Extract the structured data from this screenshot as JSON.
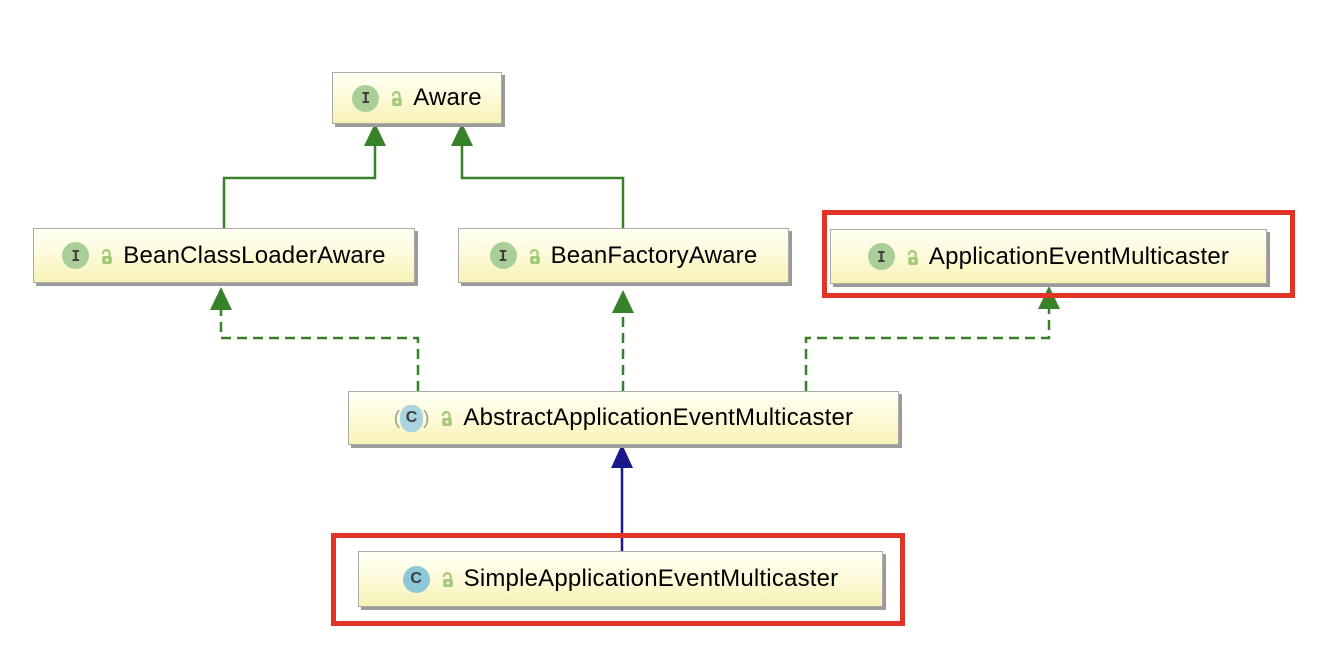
{
  "diagram": {
    "type": "uml-class-diagram",
    "nodes": [
      {
        "id": "aware",
        "label": "Aware",
        "stereotype": "interface",
        "icon_letter": "I",
        "visibility": "public",
        "highlighted": false
      },
      {
        "id": "bean-class-loader-aware",
        "label": "BeanClassLoaderAware",
        "stereotype": "interface",
        "icon_letter": "I",
        "visibility": "public",
        "highlighted": false
      },
      {
        "id": "bean-factory-aware",
        "label": "BeanFactoryAware",
        "stereotype": "interface",
        "icon_letter": "I",
        "visibility": "public",
        "highlighted": false
      },
      {
        "id": "application-event-multicaster",
        "label": "ApplicationEventMulticaster",
        "stereotype": "interface",
        "icon_letter": "I",
        "visibility": "public",
        "highlighted": true
      },
      {
        "id": "abstract-application-event-multicaster",
        "label": "AbstractApplicationEventMulticaster",
        "stereotype": "abstract-class",
        "icon_letter": "C",
        "paren_left": "(",
        "paren_right": ")",
        "visibility": "public",
        "highlighted": false
      },
      {
        "id": "simple-application-event-multicaster",
        "label": "SimpleApplicationEventMulticaster",
        "stereotype": "class",
        "icon_letter": "C",
        "visibility": "public",
        "highlighted": true
      }
    ],
    "edges": [
      {
        "from": "BeanClassLoaderAware",
        "to": "Aware",
        "relation": "extends",
        "style": "solid-green"
      },
      {
        "from": "BeanFactoryAware",
        "to": "Aware",
        "relation": "extends",
        "style": "solid-green"
      },
      {
        "from": "AbstractApplicationEventMulticaster",
        "to": "BeanClassLoaderAware",
        "relation": "implements",
        "style": "dashed-green"
      },
      {
        "from": "AbstractApplicationEventMulticaster",
        "to": "BeanFactoryAware",
        "relation": "implements",
        "style": "dashed-green"
      },
      {
        "from": "AbstractApplicationEventMulticaster",
        "to": "ApplicationEventMulticaster",
        "relation": "implements",
        "style": "dashed-green"
      },
      {
        "from": "SimpleApplicationEventMulticaster",
        "to": "AbstractApplicationEventMulticaster",
        "relation": "extends",
        "style": "solid-blue"
      }
    ],
    "colors": {
      "realization_green": "#378228",
      "extends_blue": "#19198c",
      "highlight_red": "#e23329",
      "node_fill_top": "#fffff4",
      "node_fill_bottom": "#f7f2b4",
      "interface_icon_green": "#a9ce97",
      "class_icon_blue": "#8cc8d8",
      "abstract_icon_blue": "#a9d3de",
      "lock_green": "#a3c979"
    }
  }
}
